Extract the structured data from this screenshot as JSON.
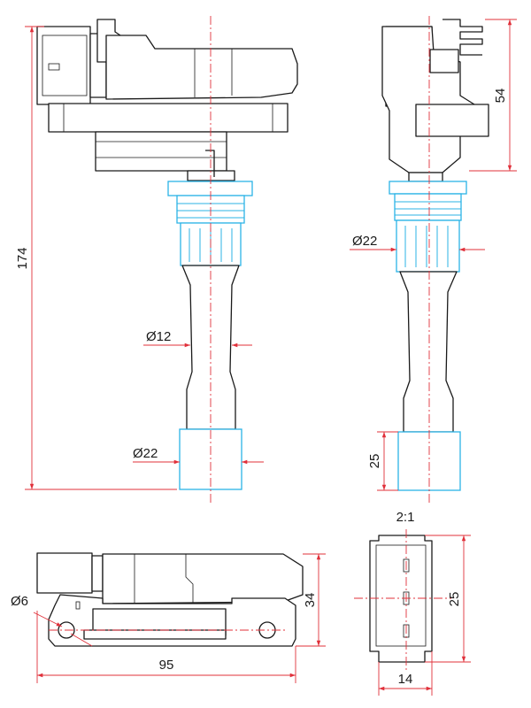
{
  "dimensions": {
    "total_length": "174",
    "top_height": "54",
    "neck_dia": "Ø12",
    "boot_dia_front": "Ø22",
    "boot_dia_side": "Ø22",
    "boot_length": "25",
    "body_width": "95",
    "body_height": "34",
    "mount_hole_dia": "Ø6",
    "connector_scale": "2:1",
    "connector_height": "25",
    "connector_width": "14"
  },
  "colors": {
    "outline": "#1a1a1a",
    "boot": "#2bb3e6",
    "dimension": "#e0303a"
  }
}
